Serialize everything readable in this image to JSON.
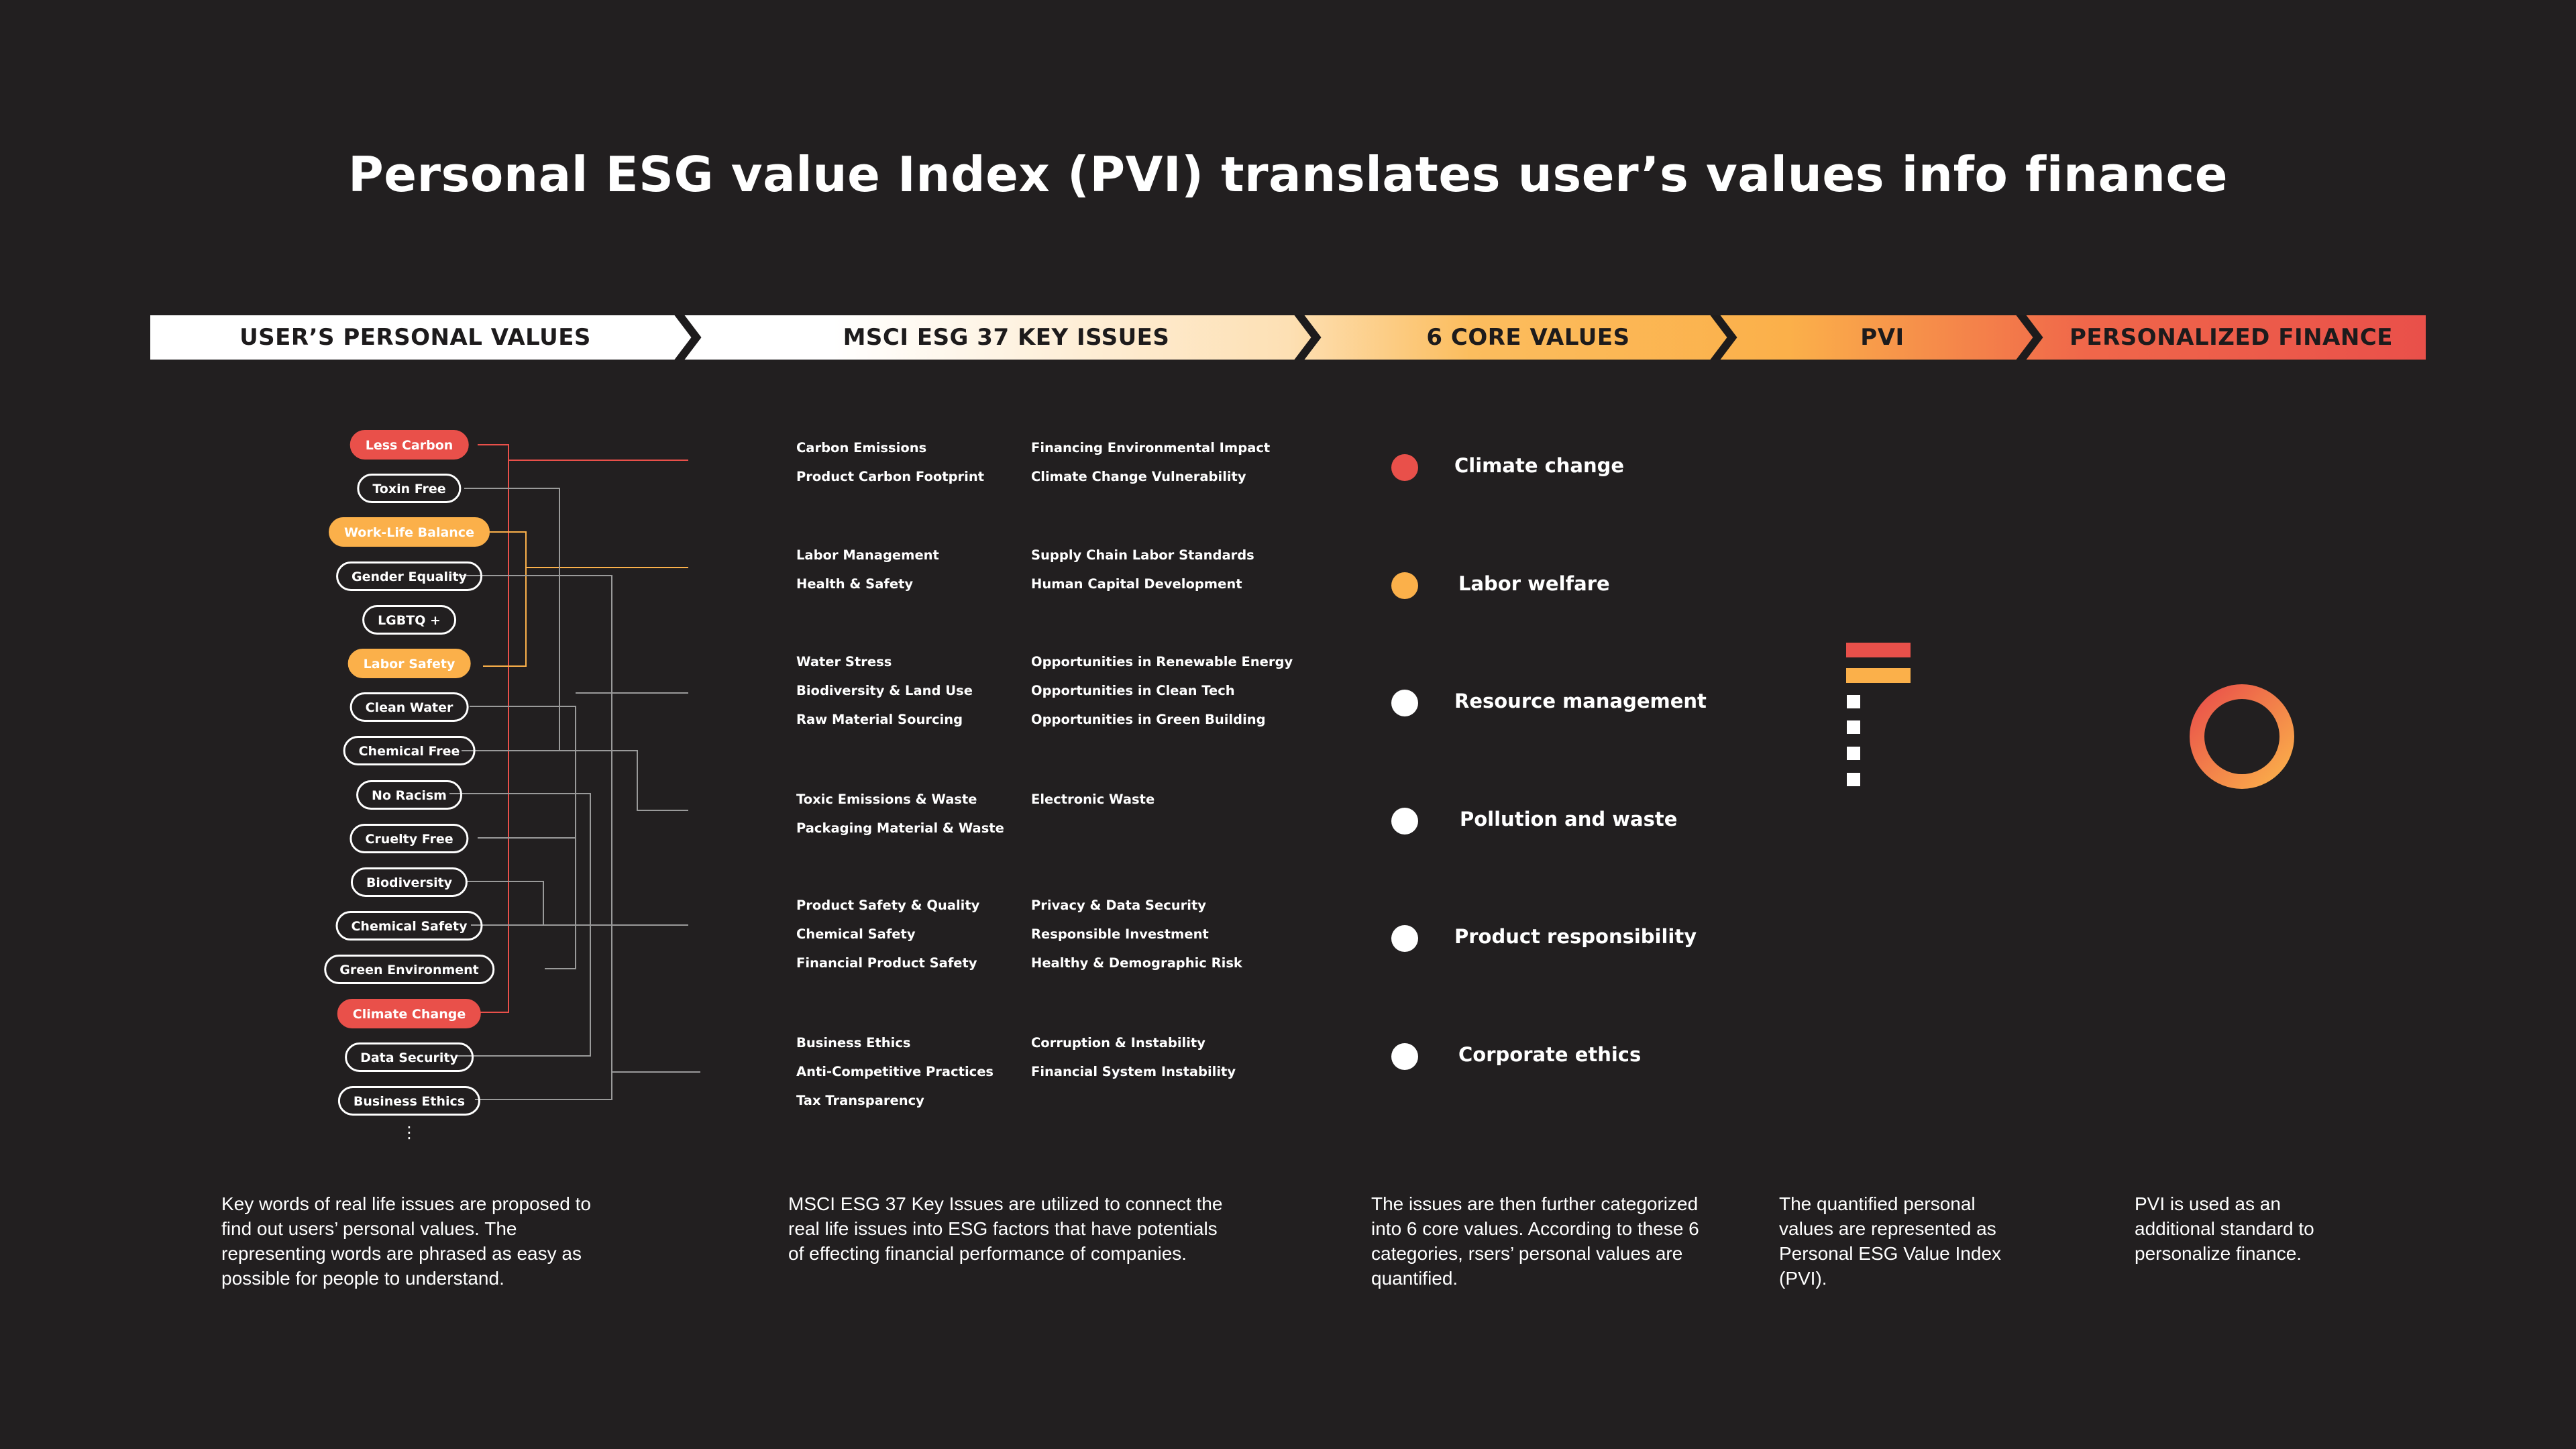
{
  "title": "Personal ESG value Index (PVI) translates user’s values info finance",
  "stages": [
    "USER’S PERSONAL VALUES",
    "MSCI ESG 37 KEY ISSUES",
    "6 CORE VALUES",
    "PVI",
    "PERSONALIZED FINANCE"
  ],
  "personal_values": [
    {
      "label": "Less Carbon",
      "style": "red"
    },
    {
      "label": "Toxin Free",
      "style": "outline"
    },
    {
      "label": "Work-Life Balance",
      "style": "yellow"
    },
    {
      "label": "Gender Equality",
      "style": "outline"
    },
    {
      "label": "LGBTQ +",
      "style": "outline"
    },
    {
      "label": "Labor Safety",
      "style": "yellow"
    },
    {
      "label": "Clean Water",
      "style": "outline"
    },
    {
      "label": "Chemical Free",
      "style": "outline"
    },
    {
      "label": "No Racism",
      "style": "outline"
    },
    {
      "label": "Cruelty Free",
      "style": "outline"
    },
    {
      "label": "Biodiversity",
      "style": "outline"
    },
    {
      "label": "Chemical Safety",
      "style": "outline"
    },
    {
      "label": "Green Environment",
      "style": "outline"
    },
    {
      "label": "Climate Change",
      "style": "red"
    },
    {
      "label": "Data Security",
      "style": "outline"
    },
    {
      "label": "Business Ethics",
      "style": "outline"
    }
  ],
  "more_indicator": "⋮",
  "key_issue_groups": [
    {
      "left": [
        "Carbon Emissions",
        "Product Carbon Footprint"
      ],
      "right": [
        "Financing Environmental Impact",
        "Climate Change Vulnerability"
      ]
    },
    {
      "left": [
        "Labor Management",
        "Health & Safety"
      ],
      "right": [
        "Supply Chain Labor Standards",
        "Human Capital Development"
      ]
    },
    {
      "left": [
        "Water Stress",
        "Biodiversity & Land Use",
        "Raw Material Sourcing"
      ],
      "right": [
        "Opportunities in Renewable Energy",
        "Opportunities in Clean Tech",
        "Opportunities in Green Building"
      ]
    },
    {
      "left": [
        "Toxic Emissions & Waste",
        "Packaging Material & Waste"
      ],
      "right": [
        "Electronic Waste"
      ]
    },
    {
      "left": [
        "Product Safety & Quality",
        "Chemical Safety",
        "Financial Product Safety"
      ],
      "right": [
        "Privacy & Data Security",
        "Responsible Investment",
        "Healthy & Demographic Risk"
      ]
    },
    {
      "left": [
        "Business Ethics",
        "Anti-Competitive Practices",
        "Tax Transparency"
      ],
      "right": [
        "Corruption & Instability",
        "Financial System Instability"
      ]
    }
  ],
  "core_values": [
    {
      "label": "Climate change",
      "color": "#e9504a"
    },
    {
      "label": "Labor welfare",
      "color": "#fbb04a"
    },
    {
      "label": "Resource management",
      "color": "#ffffff"
    },
    {
      "label": "Pollution and waste",
      "color": "#ffffff"
    },
    {
      "label": "Product responsibility",
      "color": "#ffffff"
    },
    {
      "label": "Corporate ethics",
      "color": "#ffffff"
    }
  ],
  "colors": {
    "background": "#221f20",
    "red": "#e9504a",
    "yellow": "#fbb04a",
    "white": "#ffffff"
  },
  "descriptions": [
    "Key words of real life issues are proposed to find out users’ personal values. The representing words are phrased as easy as possible for people to understand.",
    "MSCI ESG 37 Key Issues are utilized to connect the real life issues into ESG factors that have potentials of effecting financial performance of companies.",
    "The issues are then further categorized into 6 core values. According to these 6 categories, rsers’ personal values are quantified.",
    "The quantified personal values are represented as Personal ESG Value Index (PVI).",
    "PVI is used as an additional standard to personalize finance."
  ]
}
